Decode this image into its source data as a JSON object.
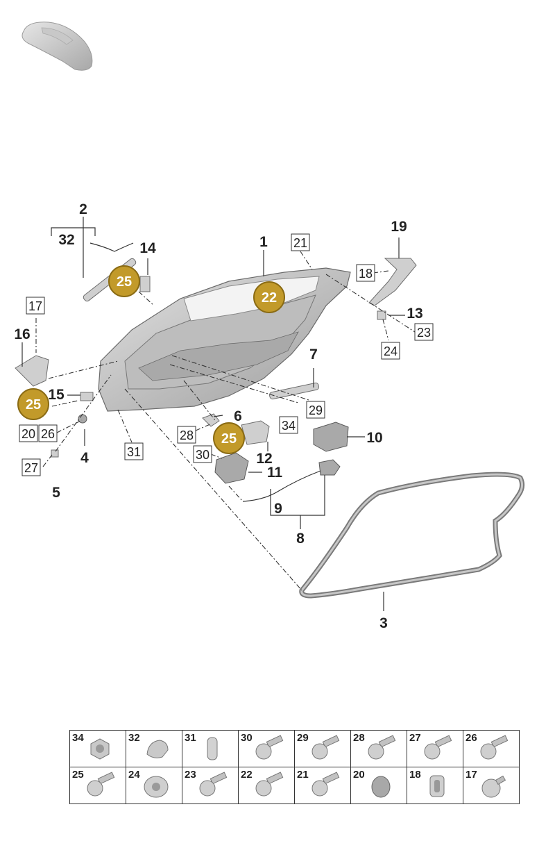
{
  "callouts": {
    "c1": "1",
    "c2": "2",
    "c3": "3",
    "c4": "4",
    "c5": "5",
    "c6": "6",
    "c7": "7",
    "c8": "8",
    "c9": "9",
    "c10": "10",
    "c11": "11",
    "c12": "12",
    "c13": "13",
    "c14": "14",
    "c15": "15",
    "c16": "16",
    "c19": "19",
    "c32": "32"
  },
  "boxed": {
    "b17": "17",
    "b18": "18",
    "b20": "20",
    "b21": "21",
    "b23": "23",
    "b24": "24",
    "b26": "26",
    "b27": "27",
    "b28": "28",
    "b29": "29",
    "b30": "30",
    "b31": "31",
    "b34": "34"
  },
  "badges": {
    "badge_a": "25",
    "badge_b": "22",
    "badge_c": "25",
    "badge_d": "25"
  },
  "colors": {
    "badge_fill": "#c29a2a",
    "badge_stroke": "#8a6b14",
    "line": "#333333",
    "part": "#cfcfcf"
  },
  "table": {
    "row1": [
      "34",
      "32",
      "31",
      "30",
      "29",
      "28",
      "27",
      "26"
    ],
    "row2": [
      "25",
      "24",
      "23",
      "22",
      "21",
      "20",
      "18",
      "17"
    ]
  }
}
